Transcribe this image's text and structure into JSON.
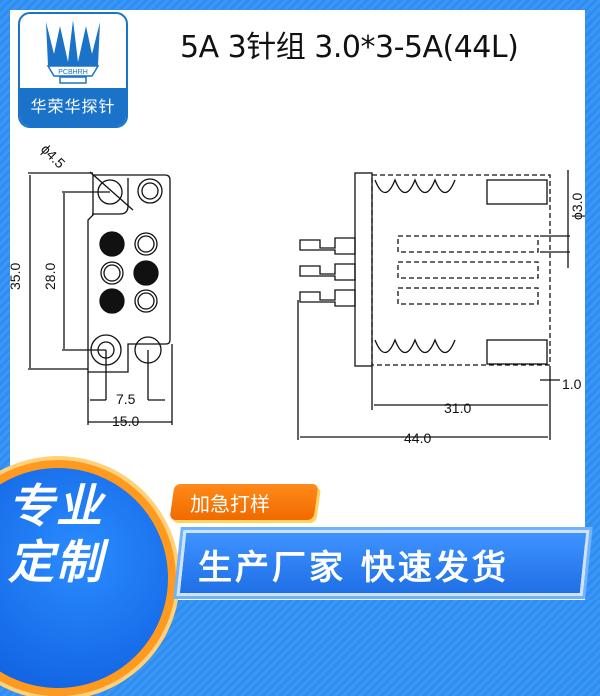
{
  "brand": {
    "logo_text": "PCBHRH",
    "logo_caption": "华荣华探针",
    "accent_color": "#1a73c9"
  },
  "header": {
    "title": "5A 3针组 3.0*3-5A(44L)"
  },
  "drawing": {
    "front_view": {
      "dimensions": {
        "hole_diameter": "ϕ4.5",
        "height_total": "35.0",
        "height_inner": "28.0",
        "pitch": "7.5",
        "width": "15.0"
      }
    },
    "side_view": {
      "dimensions": {
        "pin_diameter": "ϕ3.0",
        "tip_offset": "1.0",
        "body_length": "31.0",
        "total_length": "44.0"
      }
    }
  },
  "promo": {
    "badge_line1": "专业",
    "badge_line2": "定制",
    "urgent_label": "加急打样",
    "banner_text": "生产厂家 快速发货",
    "orange_color": "#f57a00",
    "blue_color": "#1f6fe6"
  }
}
